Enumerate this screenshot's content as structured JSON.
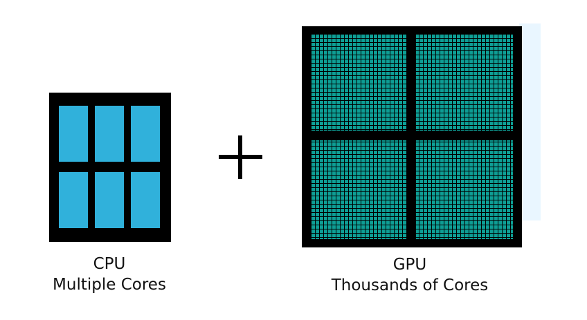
{
  "cpu": {
    "title": "CPU",
    "subtitle": "Multiple Cores",
    "core_rows": 2,
    "core_cols": 3,
    "core_color": "#30B1DB",
    "frame_color": "#000000"
  },
  "gpu": {
    "title": "GPU",
    "subtitle": "Thousands of Cores",
    "core_color": "#0E9E95",
    "frame_color": "#000000",
    "shadow_color": "#E9F6FF"
  },
  "operator": "+"
}
